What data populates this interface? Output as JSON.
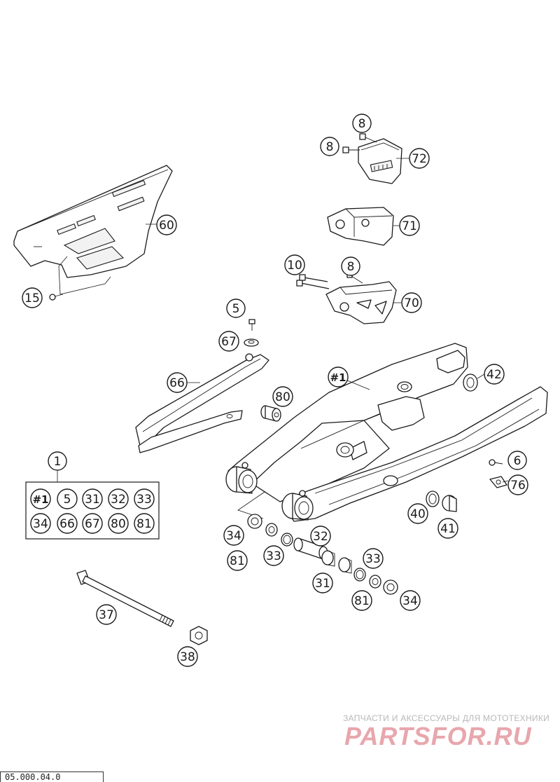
{
  "callouts": {
    "c8a": "8",
    "c8b": "8",
    "c72": "72",
    "c60": "60",
    "c71": "71",
    "c10": "10",
    "c8c": "8",
    "c70": "70",
    "c15": "15",
    "c5": "5",
    "c67": "67",
    "c66": "66",
    "c1main": "#1",
    "c42": "42",
    "c80": "80",
    "c1": "1",
    "c6": "6",
    "c76": "76",
    "c40": "40",
    "c41": "41",
    "c34a": "34",
    "c32": "32",
    "c81a": "81",
    "c33a": "33",
    "c33b": "33",
    "c31": "31",
    "c81b": "81",
    "c34b": "34",
    "c37": "37",
    "c38": "38"
  },
  "kit": {
    "items": [
      "#1",
      "5",
      "31",
      "32",
      "33",
      "34",
      "66",
      "67",
      "80",
      "81"
    ]
  },
  "watermark": {
    "subtitle": "ЗАПЧАСТИ И АКСЕССУАРЫ ДЛЯ МОТОТЕХНИКИ",
    "logo": "PARTSFOR.RU"
  },
  "footer": {
    "code": "05.000.04.0"
  },
  "colors": {
    "line": "#1a1a1a",
    "watermark_logo": "#e8a7ad",
    "watermark_text": "#b8b8b8"
  }
}
